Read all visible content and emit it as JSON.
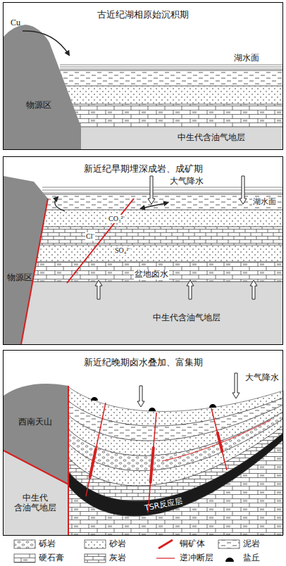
{
  "diagram": {
    "nodes": [
      {
        "text": [
          "古近纪湖相原始沉积期"
        ]
      },
      {
        "text": [
          "新近纪早期埋深成岩、成矿期"
        ]
      },
      {
        "text": [
          "新近纪晚期卤水叠加、富集期"
        ]
      }
    ],
    "labels": [
      "Cu",
      "湖水面",
      "物源区",
      "中生代含油气地层",
      "大气降水",
      "湖水面",
      "CO₃²⁻",
      "Cl⁻",
      "SO₄²⁻",
      "物源区",
      "盆地卤水",
      "中生代含油气地层",
      "大气降水",
      "西南天山",
      "中生代 含油气地层",
      "TSR反应层"
    ],
    "legend": [
      {
        "text": "砾岩"
      },
      {
        "text": "砂岩"
      },
      {
        "text": "铜矿体"
      },
      {
        "text": "泥岩"
      },
      {
        "text": "硬石膏"
      },
      {
        "text": "灰岩"
      },
      {
        "text": "逆冲断层"
      },
      {
        "text": "盐丘"
      }
    ]
  }
}
